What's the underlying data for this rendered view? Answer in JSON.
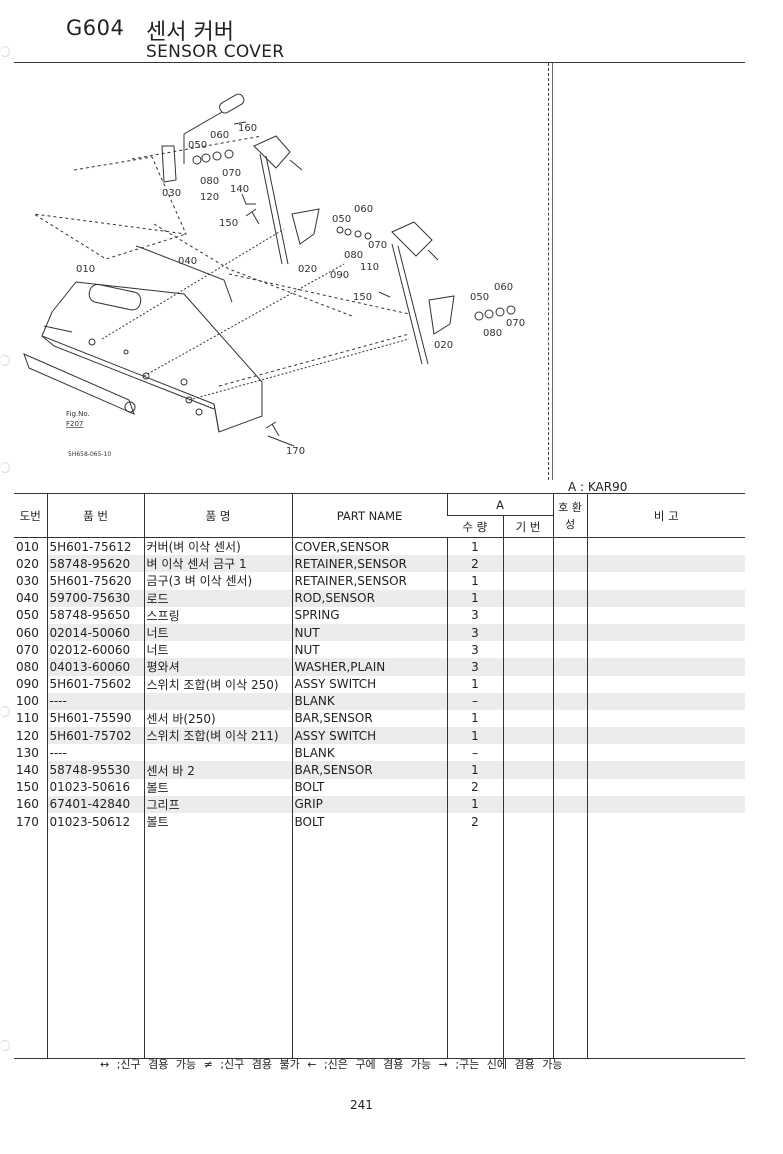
{
  "header": {
    "code": "G604",
    "title_kr": "센서 커버",
    "title_en": "SENSOR COVER"
  },
  "diagram": {
    "part_labels": [
      "160",
      "050",
      "060",
      "080",
      "070",
      "030",
      "120",
      "140",
      "150",
      "050",
      "060",
      "080",
      "070",
      "040",
      "010",
      "020",
      "090",
      "110",
      "150",
      "050",
      "060",
      "080",
      "070",
      "020",
      "170"
    ],
    "fig_ref": "Fig.No.",
    "fig_ref_no": "F207",
    "code": "5H658-065-10"
  },
  "applicability": "A : KAR90",
  "table": {
    "headers": {
      "no": "도번",
      "part_no": "품 번",
      "name_kr": "품 명",
      "part_name": "PART NAME",
      "group_a": "A",
      "qty": "수 량",
      "base_no": "기 번",
      "compat": "호 환 성",
      "remarks": "비 고"
    },
    "rows": [
      {
        "no": "010",
        "part_no": "5H601-75612",
        "name_kr": "커버(벼 이삭 센서)",
        "part_name": "COVER,SENSOR",
        "qty": "1",
        "shade": false
      },
      {
        "no": "020",
        "part_no": "58748-95620",
        "name_kr": "벼 이삭 센서 금구 1",
        "part_name": "RETAINER,SENSOR",
        "qty": "2",
        "shade": true
      },
      {
        "no": "030",
        "part_no": "5H601-75620",
        "name_kr": "금구(3 벼 이삭 센서)",
        "part_name": "RETAINER,SENSOR",
        "qty": "1",
        "shade": false
      },
      {
        "no": "040",
        "part_no": "59700-75630",
        "name_kr": "로드",
        "part_name": "ROD,SENSOR",
        "qty": "1",
        "shade": true
      },
      {
        "no": "050",
        "part_no": "58748-95650",
        "name_kr": "스프링",
        "part_name": "SPRING",
        "qty": "3",
        "shade": false
      },
      {
        "no": "060",
        "part_no": "02014-50060",
        "name_kr": "너트",
        "part_name": "NUT",
        "qty": "3",
        "shade": true
      },
      {
        "no": "070",
        "part_no": "02012-60060",
        "name_kr": "너트",
        "part_name": "NUT",
        "qty": "3",
        "shade": false
      },
      {
        "no": "080",
        "part_no": "04013-60060",
        "name_kr": "평와셔",
        "part_name": "WASHER,PLAIN",
        "qty": "3",
        "shade": true
      },
      {
        "no": "090",
        "part_no": "5H601-75602",
        "name_kr": "스위치 조합(벼 이삭 250)",
        "part_name": "ASSY SWITCH",
        "qty": "1",
        "shade": false
      },
      {
        "no": "100",
        "part_no": "----",
        "name_kr": "",
        "part_name": "BLANK",
        "qty": "–",
        "shade": true
      },
      {
        "no": "110",
        "part_no": "5H601-75590",
        "name_kr": "센서 바(250)",
        "part_name": "BAR,SENSOR",
        "qty": "1",
        "shade": false
      },
      {
        "no": "120",
        "part_no": "5H601-75702",
        "name_kr": "스위치 조합(벼 이삭 211)",
        "part_name": "ASSY SWITCH",
        "qty": "1",
        "shade": true
      },
      {
        "no": "130",
        "part_no": "----",
        "name_kr": "",
        "part_name": "BLANK",
        "qty": "–",
        "shade": false
      },
      {
        "no": "140",
        "part_no": "58748-95530",
        "name_kr": "센서 바 2",
        "part_name": "BAR,SENSOR",
        "qty": "1",
        "shade": true
      },
      {
        "no": "150",
        "part_no": "01023-50616",
        "name_kr": "볼트",
        "part_name": "BOLT",
        "qty": "2",
        "shade": false
      },
      {
        "no": "160",
        "part_no": "67401-42840",
        "name_kr": "그리프",
        "part_name": "GRIP",
        "qty": "1",
        "shade": true
      },
      {
        "no": "170",
        "part_no": "01023-50612",
        "name_kr": "볼트",
        "part_name": "BOLT",
        "qty": "2",
        "shade": false
      }
    ]
  },
  "footer": "↔ ;신구 겸용 가능   ≠ ;신구 겸용 불가   ← ;신은 구에 겸용 가능   → ;구는 신에 겸용 가능",
  "page_number": "241"
}
